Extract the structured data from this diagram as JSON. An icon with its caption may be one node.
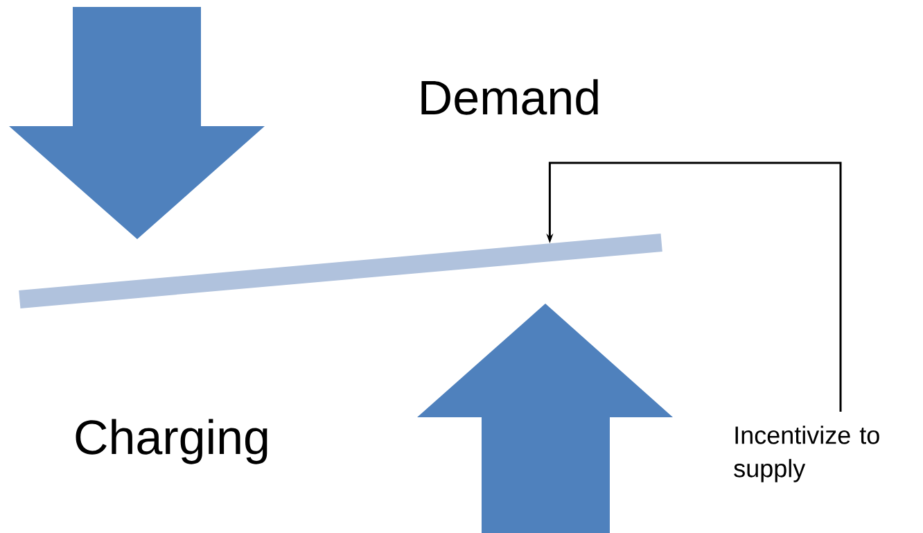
{
  "diagram": {
    "nodes": [
      {
        "text": [
          "Incentivize to supply"
        ]
      },
      {
        "text": [],
        "shape": "bar"
      }
    ],
    "edges": [
      {
        "from": 0,
        "to": 1,
        "arrow": "to"
      }
    ],
    "labels": [
      "Demand",
      "Charging"
    ]
  }
}
